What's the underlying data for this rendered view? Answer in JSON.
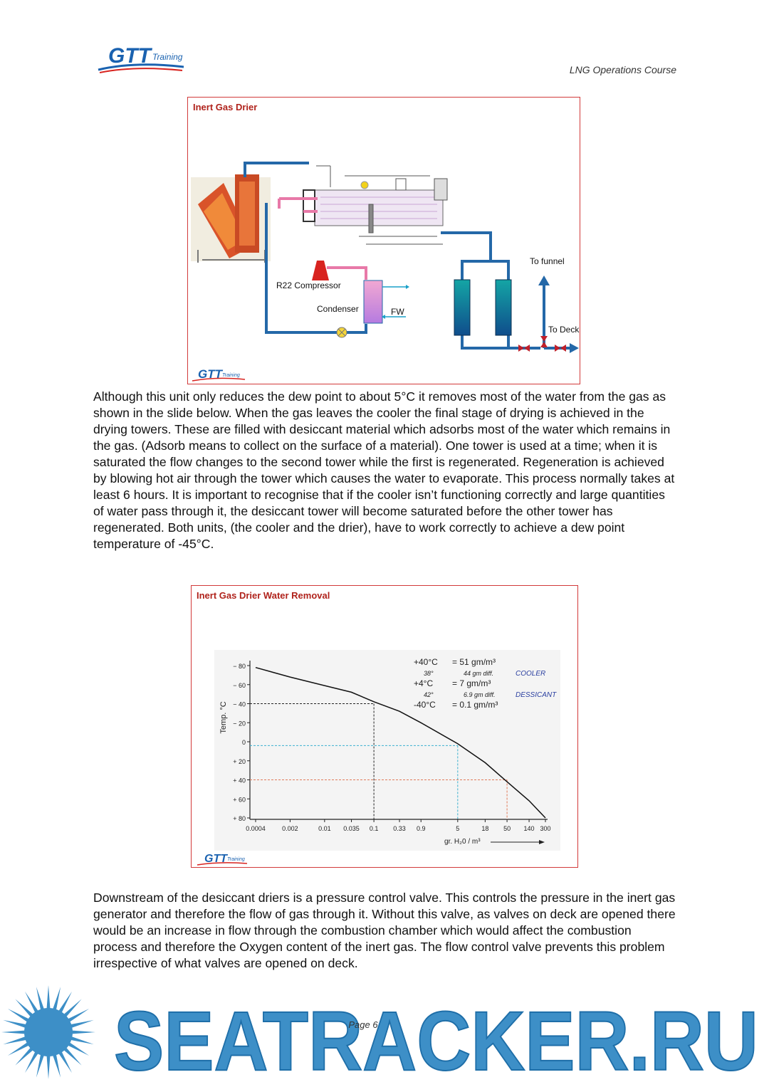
{
  "header": {
    "course": "LNG Operations Course",
    "logo_main": "GTT",
    "logo_sub": "Training"
  },
  "slide1": {
    "title": "Inert Gas Drier",
    "labels": {
      "compressor": "R22 Compressor",
      "condenser": "Condenser",
      "fw": "FW",
      "funnel": "To funnel",
      "deck": "To Deck"
    },
    "colors": {
      "pipe_blue": "#2468a8",
      "pipe_pink": "#e879a8",
      "compressor_red": "#d8231f",
      "tower_teal": "#1aa0a0",
      "valve_red": "#c0202a"
    }
  },
  "paragraph1": "Although this unit only reduces the dew point to about 5°C it removes most of the water from the gas as shown in the slide below. When the gas leaves the cooler the final stage of drying is achieved in the drying towers. These are filled with desiccant material which adsorbs most of the water which remains in the gas. (Adsorb means to collect on the surface of a material). One tower is used at a time; when it is saturated the flow changes to the second tower while the first is regenerated. Regeneration is achieved by blowing hot air through the tower which causes the water to evaporate. This process normally takes at least 6 hours. It is important to recognise that if the cooler isn’t functioning correctly and large quantities of water pass through it, the desiccant tower will become saturated before the other tower has regenerated. Both units, (the cooler and the drier), have to work correctly to achieve a dew point temperature of -45°C.",
  "slide2": {
    "title": "Inert Gas Drier Water Removal",
    "chart_data": {
      "type": "line",
      "xlabel": "gr. H₂0 / m³",
      "ylabel": "Temp. °C",
      "x_scale": "log",
      "x_ticks": [
        "0.0004",
        "0.002",
        "0.01",
        "0.035",
        "0.1",
        "0.33",
        "0.9",
        "5",
        "18",
        "50",
        "140",
        "300"
      ],
      "y_ticks": [
        "− 80",
        "− 60",
        "− 40",
        "− 20",
        "0",
        "+ 20",
        "+ 40",
        "+ 60",
        "+ 80"
      ],
      "series": [
        {
          "x": [
            0.0004,
            0.002,
            0.01,
            0.035,
            0.1,
            0.33,
            0.9,
            5,
            18,
            50,
            140,
            300
          ],
          "y": [
            -78,
            -68,
            -59,
            -52,
            -42,
            -32,
            -20,
            2,
            22,
            42,
            62,
            80
          ]
        }
      ],
      "annotations": [
        {
          "temp": "+40°C",
          "value": "= 51 gm/m³",
          "sub_temp": "38°",
          "sub_value": "44 gm  diff.",
          "sub_label": "COOLER"
        },
        {
          "temp": "+4°C",
          "value": "= 7 gm/m³",
          "sub_temp": "42°",
          "sub_value": "6.9 gm  diff.",
          "sub_label": "DESSICANT"
        },
        {
          "temp": "-40°C",
          "value": "= 0.1 gm/m³"
        }
      ],
      "reference_lines": [
        {
          "x": 0.1,
          "y": -40,
          "color": "#222222"
        },
        {
          "x": 5,
          "y": 4,
          "color": "#3bb0cf"
        },
        {
          "x": 50,
          "y": 40,
          "color": "#e07a5a"
        }
      ]
    }
  },
  "paragraph2": "Downstream of the desiccant driers is a pressure control valve. This controls the pressure in the inert gas generator and therefore the flow of gas through it. Without this valve, as valves on deck are opened there would be an increase in flow through the combustion chamber which would affect the combustion process and therefore the Oxygen content of the inert gas. The flow control valve prevents this problem irrespective of what valves are opened on deck.",
  "footer": {
    "page": "Page 6"
  },
  "watermark": {
    "text": "SEATRACKER.RU",
    "color": "#3d8fc7"
  }
}
